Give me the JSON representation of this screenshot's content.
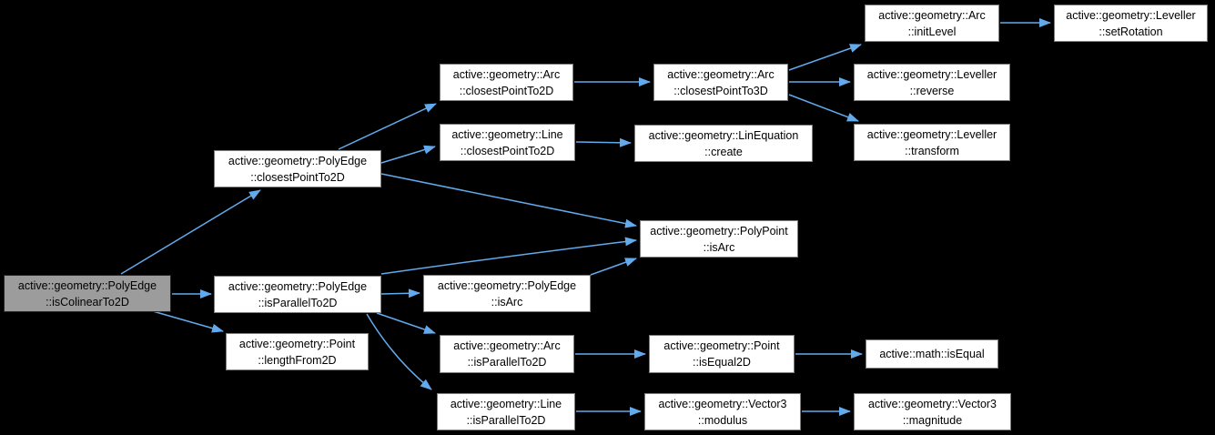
{
  "graph": {
    "type": "call-graph",
    "background_color": "#000000",
    "edge_color": "#62aaec",
    "node_fill": "#ffffff",
    "node_border": "#7d7d7d",
    "root_fill": "#9c9c9c",
    "text_color": "#000000",
    "nodes": {
      "root": {
        "line1": "active::geometry::PolyEdge",
        "line2": "::isColinearTo2D"
      },
      "polyedge_closestPointTo2D": {
        "line1": "active::geometry::PolyEdge",
        "line2": "::closestPointTo2D"
      },
      "polyedge_isParallelTo2D": {
        "line1": "active::geometry::PolyEdge",
        "line2": "::isParallelTo2D"
      },
      "point_lengthFrom2D": {
        "line1": "active::geometry::Point",
        "line2": "::lengthFrom2D"
      },
      "arc_closestPointTo2D": {
        "line1": "active::geometry::Arc",
        "line2": "::closestPointTo2D"
      },
      "line_closestPointTo2D": {
        "line1": "active::geometry::Line",
        "line2": "::closestPointTo2D"
      },
      "polyedge_isArc": {
        "line1": "active::geometry::PolyEdge",
        "line2": "::isArc"
      },
      "arc_isParallelTo2D": {
        "line1": "active::geometry::Arc",
        "line2": "::isParallelTo2D"
      },
      "line_isParallelTo2D": {
        "line1": "active::geometry::Line",
        "line2": "::isParallelTo2D"
      },
      "arc_closestPointTo3D": {
        "line1": "active::geometry::Arc",
        "line2": "::closestPointTo3D"
      },
      "linequation_create": {
        "line1": "active::geometry::LinEquation",
        "line2": "::create"
      },
      "polypoint_isArc": {
        "line1": "active::geometry::PolyPoint",
        "line2": "::isArc"
      },
      "point_isEqual2D": {
        "line1": "active::geometry::Point",
        "line2": "::isEqual2D"
      },
      "vector3_modulus": {
        "line1": "active::geometry::Vector3",
        "line2": "::modulus"
      },
      "arc_initLevel": {
        "line1": "active::geometry::Arc",
        "line2": "::initLevel"
      },
      "leveller_reverse": {
        "line1": "active::geometry::Leveller",
        "line2": "::reverse"
      },
      "leveller_transform": {
        "line1": "active::geometry::Leveller",
        "line2": "::transform"
      },
      "math_isEqual": {
        "line1": "active::math::isEqual",
        "line2": ""
      },
      "vector3_magnitude": {
        "line1": "active::geometry::Vector3",
        "line2": "::magnitude"
      },
      "leveller_setRotation": {
        "line1": "active::geometry::Leveller",
        "line2": "::setRotation"
      }
    },
    "edges": [
      {
        "from": "root",
        "to": "polyedge_closestPointTo2D"
      },
      {
        "from": "root",
        "to": "polyedge_isParallelTo2D"
      },
      {
        "from": "root",
        "to": "point_lengthFrom2D"
      },
      {
        "from": "polyedge_closestPointTo2D",
        "to": "arc_closestPointTo2D"
      },
      {
        "from": "polyedge_closestPointTo2D",
        "to": "line_closestPointTo2D"
      },
      {
        "from": "polyedge_closestPointTo2D",
        "to": "polypoint_isArc"
      },
      {
        "from": "arc_closestPointTo2D",
        "to": "arc_closestPointTo3D"
      },
      {
        "from": "line_closestPointTo2D",
        "to": "linequation_create"
      },
      {
        "from": "arc_closestPointTo3D",
        "to": "arc_initLevel"
      },
      {
        "from": "arc_closestPointTo3D",
        "to": "leveller_reverse"
      },
      {
        "from": "arc_closestPointTo3D",
        "to": "leveller_transform"
      },
      {
        "from": "arc_initLevel",
        "to": "leveller_setRotation"
      },
      {
        "from": "polyedge_isParallelTo2D",
        "to": "polypoint_isArc"
      },
      {
        "from": "polyedge_isParallelTo2D",
        "to": "polyedge_isArc"
      },
      {
        "from": "polyedge_isParallelTo2D",
        "to": "arc_isParallelTo2D"
      },
      {
        "from": "polyedge_isParallelTo2D",
        "to": "line_isParallelTo2D"
      },
      {
        "from": "polyedge_isArc",
        "to": "polypoint_isArc"
      },
      {
        "from": "arc_isParallelTo2D",
        "to": "point_isEqual2D"
      },
      {
        "from": "point_isEqual2D",
        "to": "math_isEqual"
      },
      {
        "from": "line_isParallelTo2D",
        "to": "vector3_modulus"
      },
      {
        "from": "vector3_modulus",
        "to": "vector3_magnitude"
      }
    ]
  }
}
